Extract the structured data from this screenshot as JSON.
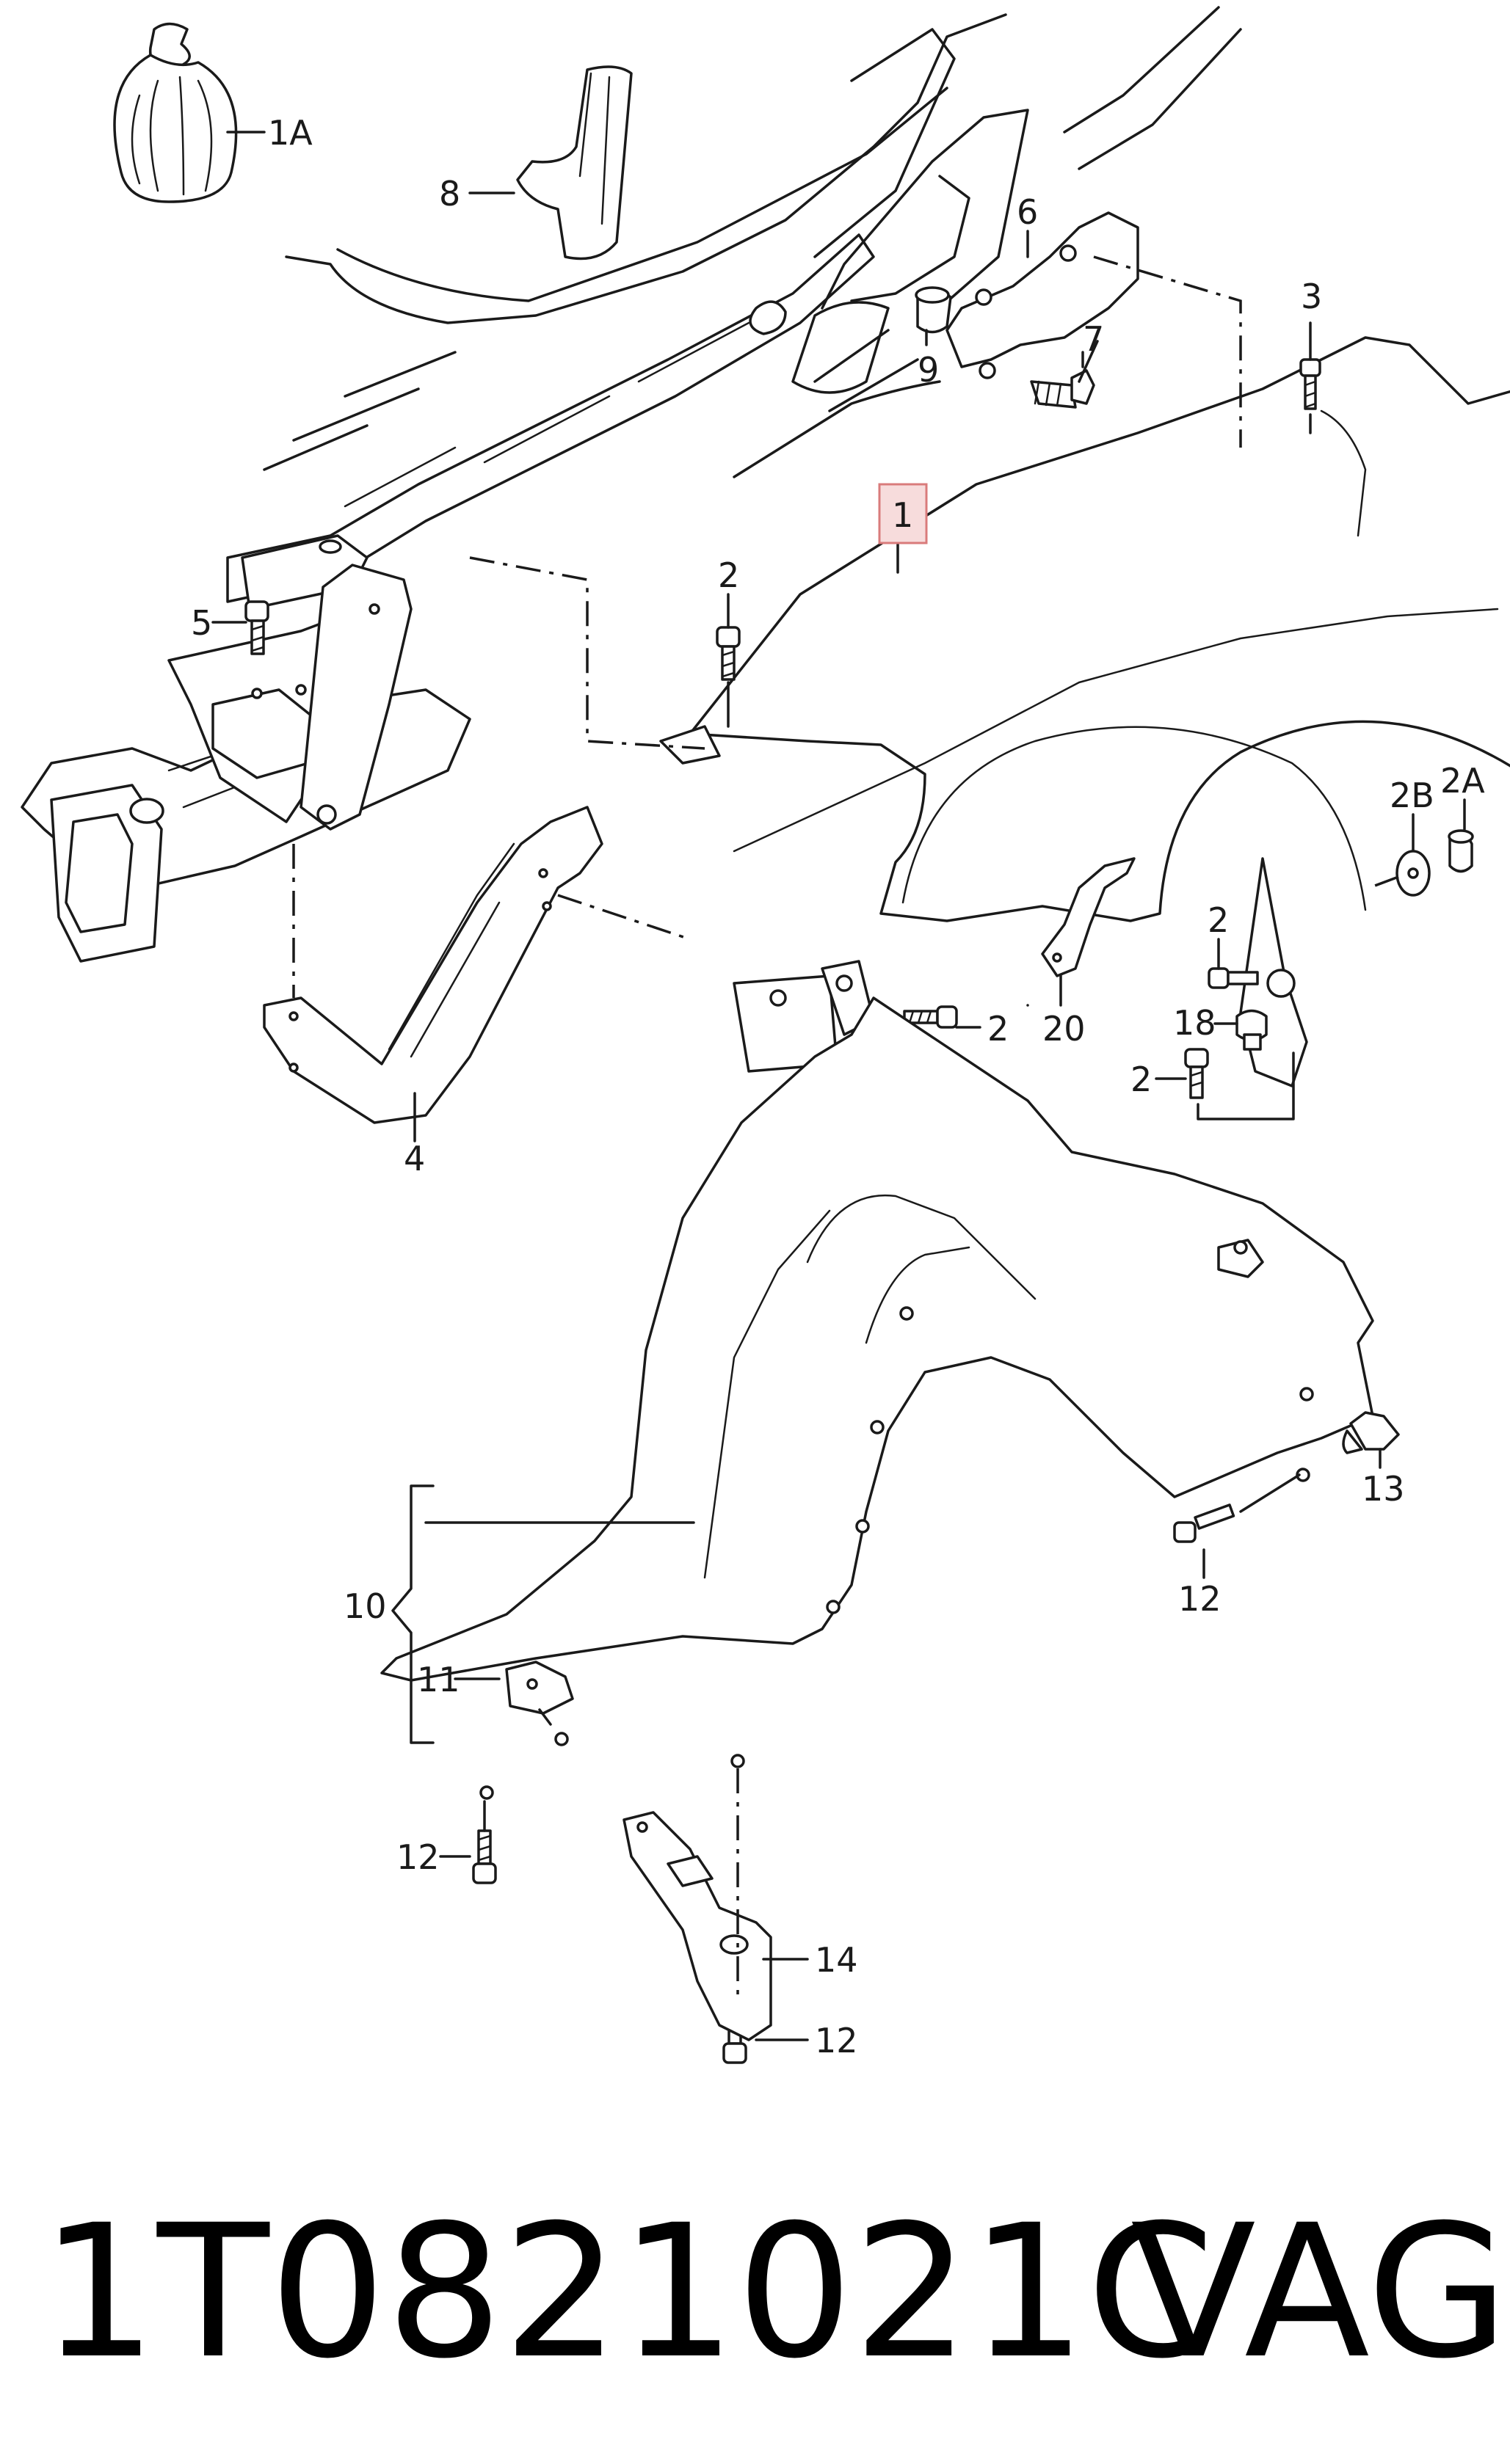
{
  "diagram": {
    "labels": [
      {
        "id": "1A",
        "text": "1A"
      },
      {
        "id": "8",
        "text": "8"
      },
      {
        "id": "6",
        "text": "6"
      },
      {
        "id": "7",
        "text": "7"
      },
      {
        "id": "9",
        "text": "9"
      },
      {
        "id": "3",
        "text": "3"
      },
      {
        "id": "1",
        "text": "1"
      },
      {
        "id": "2a",
        "text": "2"
      },
      {
        "id": "5",
        "text": "5"
      },
      {
        "id": "2B",
        "text": "2B"
      },
      {
        "id": "2A",
        "text": "2A"
      },
      {
        "id": "2b",
        "text": "2"
      },
      {
        "id": "2c",
        "text": "2"
      },
      {
        "id": "20",
        "text": "20"
      },
      {
        "id": "18",
        "text": "18"
      },
      {
        "id": "2d",
        "text": "2"
      },
      {
        "id": "4",
        "text": "4"
      },
      {
        "id": "13",
        "text": "13"
      },
      {
        "id": "12a",
        "text": "12"
      },
      {
        "id": "10",
        "text": "10"
      },
      {
        "id": "11",
        "text": "11"
      },
      {
        "id": "12b",
        "text": "12"
      },
      {
        "id": "14",
        "text": "14"
      },
      {
        "id": "12c",
        "text": "12"
      }
    ],
    "highlighted_label": "1"
  },
  "footer": {
    "part_number": "1T0821021C",
    "brand": "VAG"
  }
}
